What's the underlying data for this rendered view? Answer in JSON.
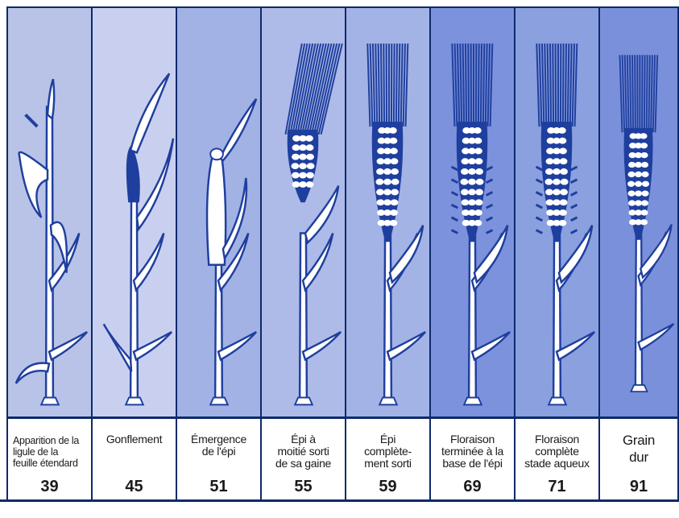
{
  "stages": [
    {
      "label": "Apparition de la\nligule de la\nfeuille étendard",
      "code": "39",
      "bg": "#b9c3e8"
    },
    {
      "label": "Gonflement",
      "code": "45",
      "bg": "#c9d0ef"
    },
    {
      "label": "Émergence\nde l'épi",
      "code": "51",
      "bg": "#a2b2e4"
    },
    {
      "label": "Épi à\nmoitié sorti\nde sa gaine",
      "code": "55",
      "bg": "#aebbe8"
    },
    {
      "label": "Épi\ncomplète-\nment sorti",
      "code": "59",
      "bg": "#a3b3e6"
    },
    {
      "label": "Floraison\nterminée à la\nbase de l'épi",
      "code": "69",
      "bg": "#7c92dc"
    },
    {
      "label": "Floraison\ncomplète\nstade aqueux",
      "code": "71",
      "bg": "#8aa0df"
    },
    {
      "label": "Grain\ndur",
      "code": "91",
      "bg": "#7b90da"
    }
  ],
  "colors": {
    "ink": "#1f3f9e",
    "border": "#0d2a6b"
  }
}
